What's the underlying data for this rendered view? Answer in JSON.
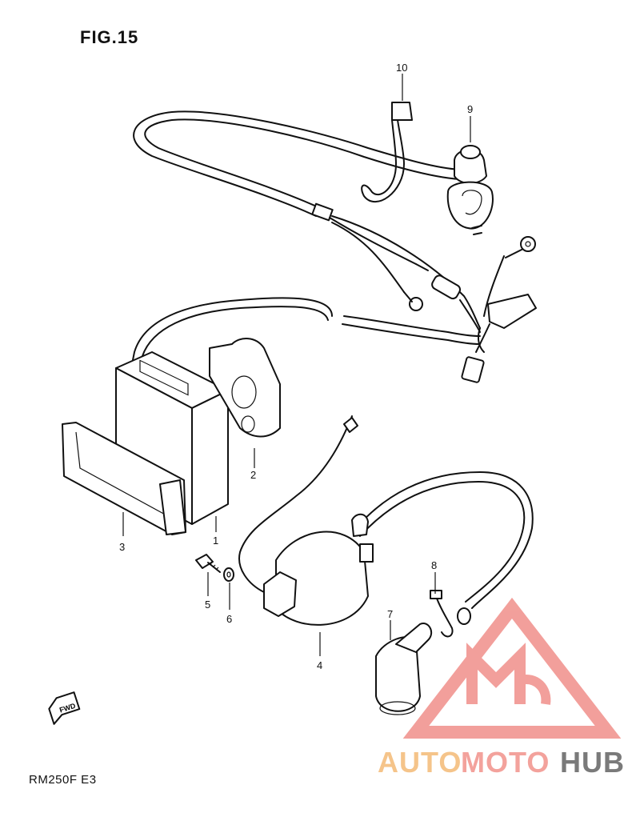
{
  "figure": {
    "title": "FIG.15",
    "model": "RM250F  E3"
  },
  "callouts": [
    {
      "id": "1",
      "label": "1"
    },
    {
      "id": "2",
      "label": "2"
    },
    {
      "id": "3",
      "label": "3"
    },
    {
      "id": "4",
      "label": "4"
    },
    {
      "id": "5",
      "label": "5"
    },
    {
      "id": "6",
      "label": "6"
    },
    {
      "id": "7",
      "label": "7"
    },
    {
      "id": "8",
      "label": "8"
    },
    {
      "id": "9",
      "label": "9"
    },
    {
      "id": "10",
      "label": "10"
    }
  ],
  "fwd_arrow": {
    "label": "FWD"
  },
  "watermark": {
    "part1": "AUTO",
    "part2": "MOTO",
    "part3": "HUB",
    "colors": {
      "auto": "#f5c48a",
      "moto": "#f3a29c",
      "hub": "#7a7a7a",
      "logo": "#f08f8a"
    }
  }
}
